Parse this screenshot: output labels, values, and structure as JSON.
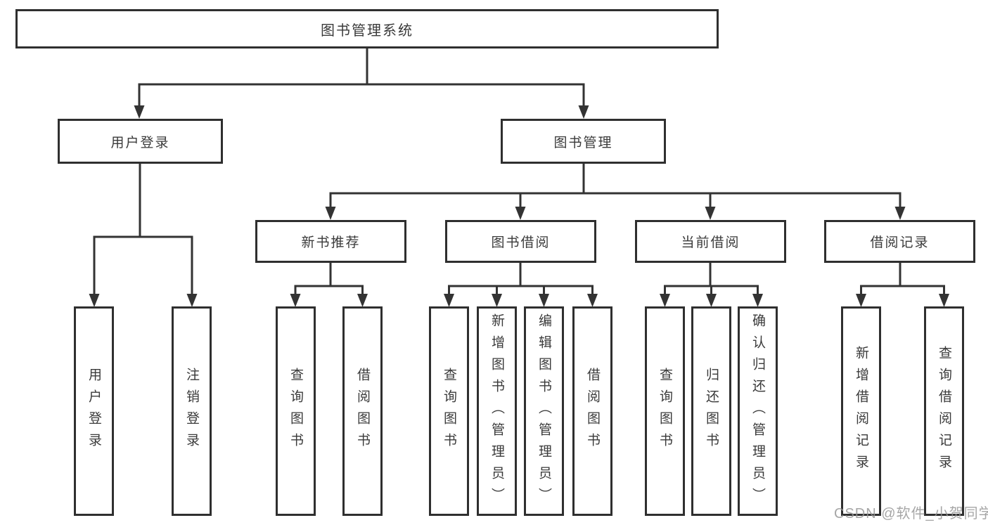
{
  "diagram": {
    "root": {
      "label": "图书管理系统",
      "children": [
        {
          "label": "用户登录",
          "children": [
            {
              "label": "用户登录"
            },
            {
              "label": "注销登录"
            }
          ]
        },
        {
          "label": "图书管理",
          "children": [
            {
              "label": "新书推荐",
              "children": [
                {
                  "label": "查询图书"
                },
                {
                  "label": "借阅图书"
                }
              ]
            },
            {
              "label": "图书借阅",
              "children": [
                {
                  "label": "查询图书"
                },
                {
                  "label": "新增图书（管理员）"
                },
                {
                  "label": "编辑图书（管理员）"
                },
                {
                  "label": "借阅图书"
                }
              ]
            },
            {
              "label": "当前借阅",
              "children": [
                {
                  "label": "查询图书"
                },
                {
                  "label": "归还图书"
                },
                {
                  "label": "确认归还（管理员）"
                }
              ]
            },
            {
              "label": "借阅记录",
              "children": [
                {
                  "label": "新增借阅记录"
                },
                {
                  "label": "查询借阅记录"
                }
              ]
            }
          ]
        }
      ]
    },
    "line_color": "#333333",
    "border_color": "#2f2f2f"
  },
  "watermark": {
    "text": "CSDN @软件_小贺同学"
  }
}
